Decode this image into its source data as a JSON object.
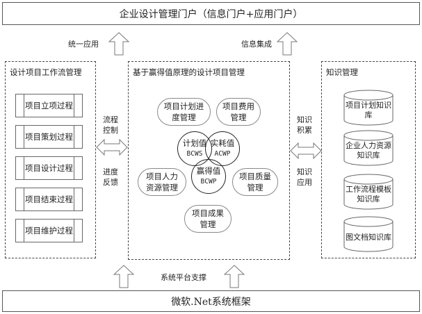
{
  "top_bar": {
    "title": "企业设计管理门户（信息门户+应用门户）"
  },
  "top_arrows": [
    {
      "label": "统一应用",
      "icon": "up-arrow-icon"
    },
    {
      "label": "信息集成",
      "icon": "up-arrow-icon"
    }
  ],
  "left_panel": {
    "title": "设计项目工作流管理",
    "processes": [
      "项目立项过程",
      "项目策划过程",
      "项目设计过程",
      "项目结束过程",
      "项目维护过程"
    ]
  },
  "left_connector": {
    "top_label": "流程\n控制",
    "bottom_label": "进度\n反馈",
    "icon": "double-arrow-icon"
  },
  "center_panel": {
    "title": "基于赢得值原理的设计项目管理",
    "modules": {
      "schedule": "项目计划进\n度管理",
      "cost": "项目费用\n管理",
      "hr": "项目人力\n资源管理",
      "quality": "项目质量\n管理",
      "results": "项目成果\n管理"
    },
    "earned_value": {
      "planned": {
        "cn": "计划值",
        "en": "BCWS"
      },
      "actual": {
        "cn": "实耗值",
        "en": "ACWP"
      },
      "earned": {
        "cn": "赢得值",
        "en": "BCWP"
      }
    }
  },
  "right_connector": {
    "top_label": "知识\n积累",
    "bottom_label": "知识\n应用",
    "icon": "double-arrow-icon"
  },
  "right_panel": {
    "title": "知识管理",
    "databases": [
      "项目计划知识\n库",
      "企业人力资源\n知识库",
      "工作流程模板\n知识库",
      "图文档知识库"
    ]
  },
  "bottom_arrows": {
    "label": "系统平台支撑",
    "icon": "up-arrow-icon"
  },
  "bottom_bar": {
    "title": "微软.Net系统框架"
  }
}
